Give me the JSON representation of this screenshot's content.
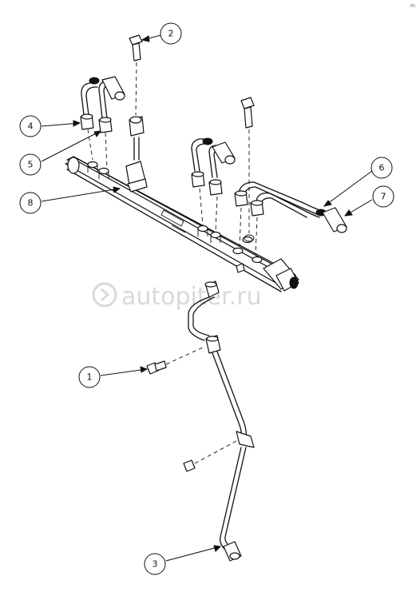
{
  "watermark": {
    "text": "autopiter.ru"
  },
  "corner_mark": "m",
  "callouts": [
    {
      "id": "c1",
      "number": "1"
    },
    {
      "id": "c2",
      "number": "2"
    },
    {
      "id": "c3",
      "number": "3"
    },
    {
      "id": "c4",
      "number": "4"
    },
    {
      "id": "c5",
      "number": "5"
    },
    {
      "id": "c6",
      "number": "6"
    },
    {
      "id": "c7",
      "number": "7"
    },
    {
      "id": "c8",
      "number": "8"
    }
  ]
}
